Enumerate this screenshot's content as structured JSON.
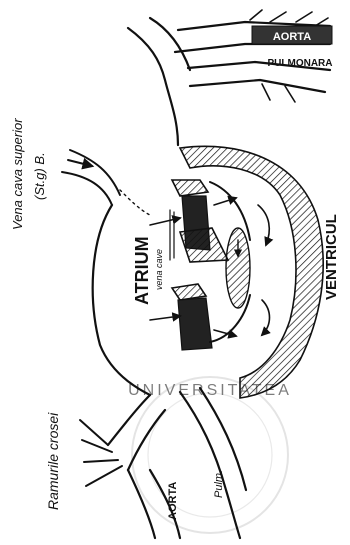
{
  "labels": {
    "vena_cava_superior": "Vena cava superior",
    "vena_cava_note": "(St.g) B.",
    "atrium": "ATRIUM",
    "vena_cava_inner": "vena cave",
    "ventricul": "VENTRICUL",
    "aorta_top": "AORTA",
    "pulmonara": "PULMONARA",
    "ramurile_crosei": "Ramurile crosei",
    "aorta_bottom": "AORTA",
    "pulm_bottom": "Pulm."
  },
  "watermark": {
    "text": "UNIVERSITATEA"
  },
  "colors": {
    "ink": "#111111",
    "paper": "#ffffff",
    "watermark": "#cfcfcf"
  }
}
